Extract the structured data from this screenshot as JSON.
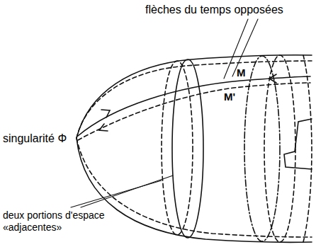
{
  "diagram": {
    "labels": [
      "flèches du temps opposées",
      "M",
      "M'",
      "singularité Φ",
      "deux portions d'espace «adjacentes»"
    ]
  }
}
